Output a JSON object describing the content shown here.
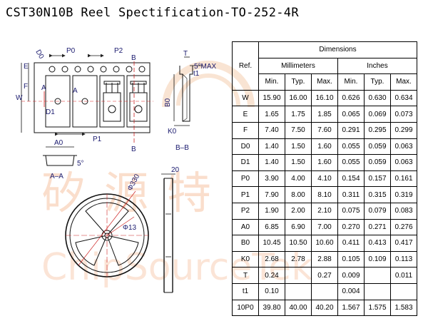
{
  "title": "CST30N10B Reel Spectification-TO-252-4R",
  "watermark": {
    "chinese": "矽源特",
    "latin": "ChipSourceTek"
  },
  "drawing_labels": {
    "d0": "D0",
    "p0": "P0",
    "p2": "P2",
    "e": "E",
    "f": "F",
    "w": "W",
    "a_left": "A",
    "a_right": "A",
    "d1": "D1",
    "p1": "P1",
    "b_top": "B",
    "b_bottom": "B",
    "t": "T",
    "five_max": "5°MAX",
    "t1": "t1",
    "b0": "B0",
    "k0": "K0",
    "bb_section": "B–B",
    "a0": "A0",
    "five_deg": "5°",
    "aa_section": "A–A",
    "phi330": "Φ330",
    "phi13": "Φ13",
    "width_20": "20"
  },
  "table": {
    "header": {
      "dimensions": "Dimensions",
      "ref": "Ref.",
      "millimeters": "Millimeters",
      "inches": "Inches",
      "min": "Min.",
      "typ": "Typ.",
      "max": "Max."
    },
    "rows": [
      {
        "ref": "W",
        "mm_min": "15.90",
        "mm_typ": "16.00",
        "mm_max": "16.10",
        "in_min": "0.626",
        "in_typ": "0.630",
        "in_max": "0.634"
      },
      {
        "ref": "E",
        "mm_min": "1.65",
        "mm_typ": "1.75",
        "mm_max": "1.85",
        "in_min": "0.065",
        "in_typ": "0.069",
        "in_max": "0.073"
      },
      {
        "ref": "F",
        "mm_min": "7.40",
        "mm_typ": "7.50",
        "mm_max": "7.60",
        "in_min": "0.291",
        "in_typ": "0.295",
        "in_max": "0.299"
      },
      {
        "ref": "D0",
        "mm_min": "1.40",
        "mm_typ": "1.50",
        "mm_max": "1.60",
        "in_min": "0.055",
        "in_typ": "0.059",
        "in_max": "0.063"
      },
      {
        "ref": "D1",
        "mm_min": "1.40",
        "mm_typ": "1.50",
        "mm_max": "1.60",
        "in_min": "0.055",
        "in_typ": "0.059",
        "in_max": "0.063"
      },
      {
        "ref": "P0",
        "mm_min": "3.90",
        "mm_typ": "4.00",
        "mm_max": "4.10",
        "in_min": "0.154",
        "in_typ": "0.157",
        "in_max": "0.161"
      },
      {
        "ref": "P1",
        "mm_min": "7.90",
        "mm_typ": "8.00",
        "mm_max": "8.10",
        "in_min": "0.311",
        "in_typ": "0.315",
        "in_max": "0.319"
      },
      {
        "ref": "P2",
        "mm_min": "1.90",
        "mm_typ": "2.00",
        "mm_max": "2.10",
        "in_min": "0.075",
        "in_typ": "0.079",
        "in_max": "0.083"
      },
      {
        "ref": "A0",
        "mm_min": "6.85",
        "mm_typ": "6.90",
        "mm_max": "7.00",
        "in_min": "0.270",
        "in_typ": "0.271",
        "in_max": "0.276"
      },
      {
        "ref": "B0",
        "mm_min": "10.45",
        "mm_typ": "10.50",
        "mm_max": "10.60",
        "in_min": "0.411",
        "in_typ": "0.413",
        "in_max": "0.417"
      },
      {
        "ref": "K0",
        "mm_min": "2.68",
        "mm_typ": "2.78",
        "mm_max": "2.88",
        "in_min": "0.105",
        "in_typ": "0.109",
        "in_max": "0.113"
      },
      {
        "ref": "T",
        "mm_min": "0.24",
        "mm_typ": "",
        "mm_max": "0.27",
        "in_min": "0.009",
        "in_typ": "",
        "in_max": "0.011"
      },
      {
        "ref": "t1",
        "mm_min": "0.10",
        "mm_typ": "",
        "mm_max": "",
        "in_min": "0.004",
        "in_typ": "",
        "in_max": ""
      },
      {
        "ref": "10P0",
        "mm_min": "39.80",
        "mm_typ": "40.00",
        "mm_max": "40.20",
        "in_min": "1.567",
        "in_typ": "1.575",
        "in_max": "1.583"
      }
    ]
  }
}
